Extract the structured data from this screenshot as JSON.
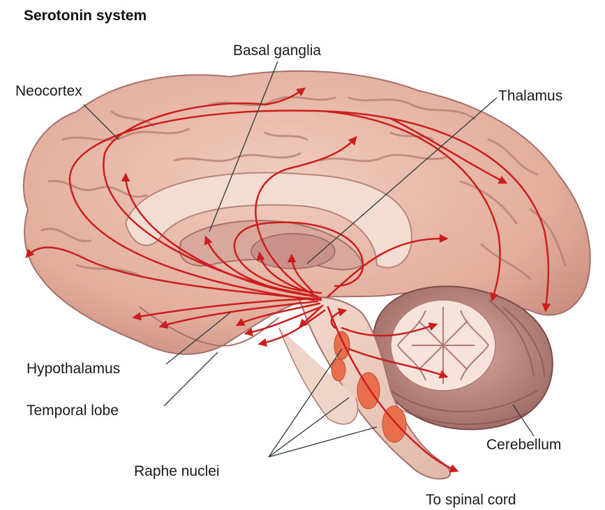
{
  "title": "Serotonin system",
  "labels": {
    "basal_ganglia": "Basal ganglia",
    "neocortex": "Neocortex",
    "thalamus": "Thalamus",
    "hypothalamus": "Hypothalamus",
    "temporal_lobe": "Temporal lobe",
    "cerebellum": "Cerebellum",
    "raphe_nuclei": "Raphe nuclei",
    "to_spinal_cord": "To spinal cord"
  },
  "colors": {
    "pathway": "#cc1d1d",
    "tissue": "#e8b8a8",
    "tissue_dark": "#b37a70",
    "raphe": "#e96e4e",
    "leader": "#2b3a36"
  }
}
